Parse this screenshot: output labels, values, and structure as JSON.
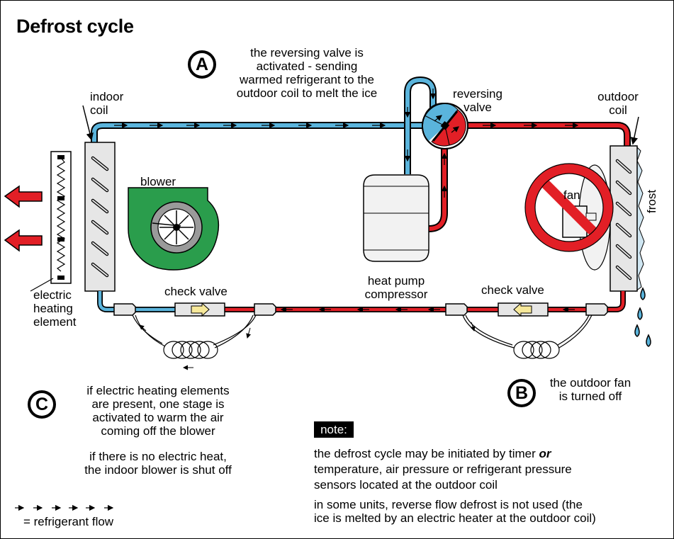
{
  "title": "Defrost cycle",
  "labels": {
    "indoor_coil": [
      "indoor",
      "coil"
    ],
    "blower": "blower",
    "reversing_valve": [
      "reversing",
      "valve"
    ],
    "outdoor_coil": [
      "outdoor",
      "coil"
    ],
    "fan": "fan",
    "frost": "frost",
    "electric_heating_element": [
      "electric",
      "heating",
      "element"
    ],
    "check_valve_left": "check valve",
    "check_valve_right": "check valve",
    "compressor": [
      "heat pump",
      "compressor"
    ]
  },
  "callouts": {
    "A": {
      "letter": "A",
      "lines": [
        "the reversing valve is",
        "activated - sending",
        "warmed refrigerant to the",
        "outdoor coil to melt the ice"
      ]
    },
    "B": {
      "letter": "B",
      "lines": [
        "the outdoor fan",
        "is turned off"
      ]
    },
    "C": {
      "letter": "C",
      "lines": [
        "if electric heating elements",
        "are present, one stage is",
        "activated to warm the air",
        "coming off the blower"
      ],
      "extra": [
        "if there is no electric heat,",
        "the indoor blower is shut off"
      ]
    }
  },
  "note": {
    "badge": "note:",
    "line1_prefix": "the defrost cycle may be initiated by timer ",
    "line1_emph": "or",
    "line2": "temperature, air pressure or refrigerant pressure",
    "line3": "sensors located at the outdoor coil",
    "line4": "in some units, reverse flow defrost is not used (the",
    "line5": "ice is melted by an electric heater at the outdoor coil)"
  },
  "legend": {
    "symbols": "→ → → → → →",
    "text": "= refrigerant flow"
  },
  "colors": {
    "hot_line": "#e21f26",
    "cool_line": "#5ab4dc",
    "blower_green": "#2a9d4c",
    "coil_fill": "#e6e6e6",
    "warm_air_arrow": "#e21f26",
    "prohibited_red": "#e21f26"
  }
}
